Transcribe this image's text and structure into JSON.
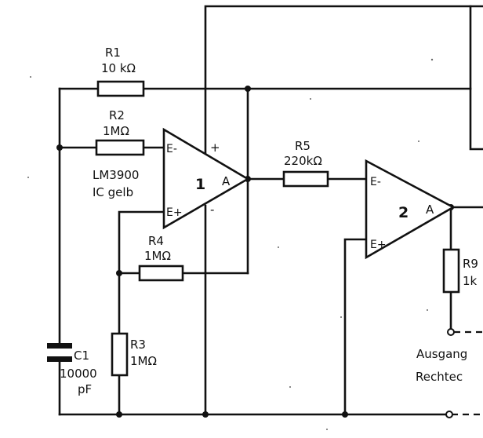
{
  "resistors": {
    "r1": {
      "name": "R1",
      "value": "10 kΩ"
    },
    "r2": {
      "name": "R2",
      "value": "1MΩ"
    },
    "r3": {
      "name": "R3",
      "value": "1MΩ"
    },
    "r4": {
      "name": "R4",
      "value": "1MΩ"
    },
    "r5": {
      "name": "R5",
      "value": "220kΩ"
    },
    "r9": {
      "name": "R9",
      "value": "1k"
    }
  },
  "capacitor": {
    "name": "C1",
    "value_line1": "10000",
    "value_line2": "pF"
  },
  "opamp1": {
    "number": "1",
    "in_minus": "E-",
    "in_plus": "E+",
    "output": "A",
    "supply_plus": "+",
    "supply_minus": "-",
    "ic_line1": "LM3900",
    "ic_line2": "IC gelb"
  },
  "opamp2": {
    "number": "2",
    "in_minus": "E-",
    "in_plus": "E+",
    "output": "A"
  },
  "output_label": {
    "line1": "Ausgang",
    "line2": "Rechtec"
  }
}
